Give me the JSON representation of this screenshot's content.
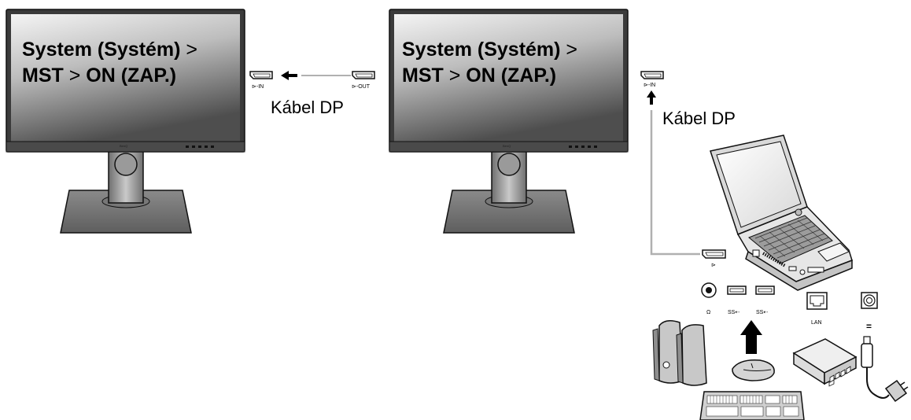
{
  "monitor_left": {
    "screen_line1_bold": "System (Systém)",
    "screen_line1_suffix": " >",
    "screen_line2_a": "MST",
    "screen_line2_sep": " > ",
    "screen_line2_b": "ON (ZAP.)",
    "brand": "BenQ"
  },
  "monitor_right": {
    "screen_line1_bold": "System (Systém)",
    "screen_line1_suffix": " >",
    "screen_line2_a": "MST",
    "screen_line2_sep": " > ",
    "screen_line2_b": "ON (ZAP.)",
    "brand": "BenQ"
  },
  "ports": {
    "dp_in_left": "⊳-IN",
    "dp_out": "⊳-OUT",
    "dp_in_right": "⊳-IN",
    "laptop_dp": "⊳",
    "headphone": "Ω",
    "usb1": "SS⇠",
    "usb2": "SS⇠",
    "lan": "LAN",
    "power": "="
  },
  "cables": {
    "label_between_monitors": "Kábel DP",
    "label_laptop": "Kábel DP"
  },
  "colors": {
    "screen_top": "#f2f2f2",
    "screen_bottom": "#5a5a5a",
    "bezel": "#3b3b3b",
    "stand": "#8f8f8f",
    "cable": "#b0b0b0"
  }
}
